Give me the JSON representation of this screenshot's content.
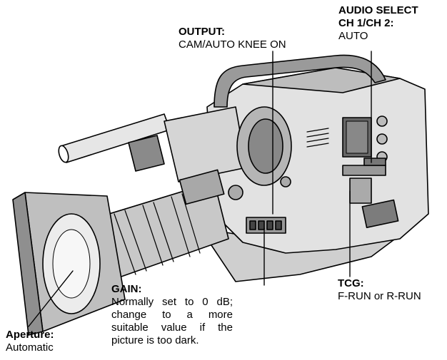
{
  "callouts": {
    "output": {
      "title": "OUTPUT:",
      "value": "CAM/AUTO KNEE ON"
    },
    "audio": {
      "title_line1": "AUDIO SELECT",
      "title_line2": "CH 1/CH 2:",
      "value": "AUTO"
    },
    "tcg": {
      "title": "TCG:",
      "value": "F-RUN or R-RUN"
    },
    "gain": {
      "title": "GAIN:",
      "value": "Normally set to 0 dB; change to a more suitable value if the picture is too dark."
    },
    "aperture": {
      "title": "Aperture:",
      "value": "Automatic"
    }
  },
  "colors": {
    "ink": "#000000",
    "paper": "#ffffff",
    "body_gray": "#d8d8d8",
    "dark_gray": "#555555"
  },
  "icons": [
    "camcorder-illustration"
  ]
}
